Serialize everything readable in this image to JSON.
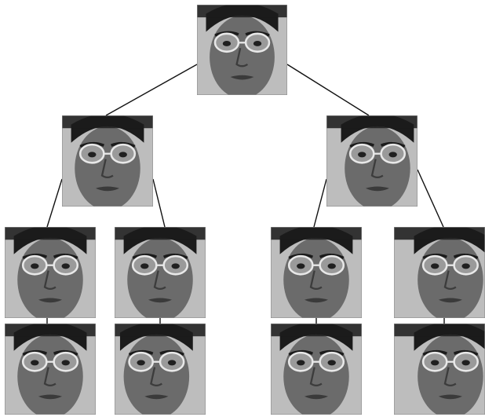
{
  "tree": {
    "root": {
      "id": "root",
      "pose": "frontal",
      "children": [
        {
          "id": "left",
          "pose": "frontal",
          "children": [
            {
              "id": "left-left",
              "pose": "frontal",
              "children": [
                {
                  "id": "left-left-leaf",
                  "pose": "frontal"
                }
              ]
            },
            {
              "id": "left-right",
              "pose": "frontal",
              "children": [
                {
                  "id": "left-right-leaf",
                  "pose": "slight-left"
                }
              ]
            }
          ]
        },
        {
          "id": "right",
          "pose": "slight-right",
          "children": [
            {
              "id": "right-left",
              "pose": "frontal",
              "children": [
                {
                  "id": "right-left-leaf",
                  "pose": "frontal"
                }
              ]
            },
            {
              "id": "right-right",
              "pose": "turned-right",
              "children": [
                {
                  "id": "right-right-leaf",
                  "pose": "turned-right"
                }
              ]
            }
          ]
        }
      ]
    }
  },
  "colors": {
    "background": "#ffffff",
    "edge": "#111111",
    "skin": "#6b6b6b",
    "hair": "#1b1b1b",
    "backdrop": "#bdbdbd"
  },
  "icons": {
    "node": "face-photo-icon"
  }
}
